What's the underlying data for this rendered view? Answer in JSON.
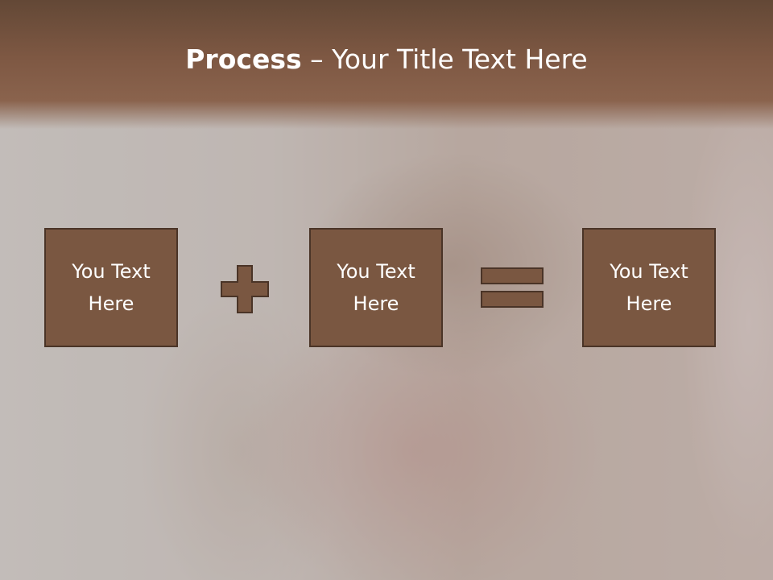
{
  "slide": {
    "title_bold": "Process",
    "title_rest": " – Your Title Text Here"
  },
  "boxes": [
    {
      "text": "You Text\nHere"
    },
    {
      "text": "You Text\nHere"
    },
    {
      "text": "You Text\nHere"
    }
  ],
  "operators": {
    "first": "plus-icon",
    "second": "equals-icon"
  },
  "colors": {
    "header": "#7e5843",
    "box_fill": "#7a5741",
    "box_border": "#4a3427",
    "text": "#ffffff"
  }
}
